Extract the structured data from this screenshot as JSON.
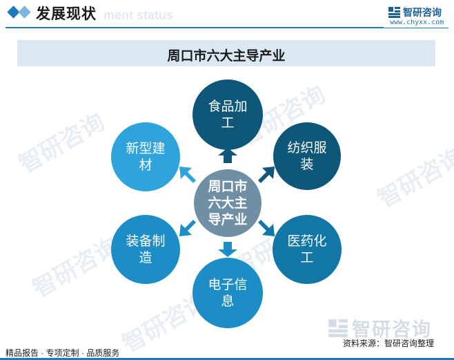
{
  "header": {
    "title": "发展现状",
    "subtitle_watermark": "ment status",
    "logo_text": "智研咨询",
    "logo_url": "www.chyxx.com"
  },
  "banner": {
    "title": "周口市六大主导产业"
  },
  "diagram": {
    "center": "周口市六大主导产业",
    "nodes": [
      {
        "label": "食品加工",
        "color": "#0f5779"
      },
      {
        "label": "纺织服装",
        "color": "#0f5779"
      },
      {
        "label": "医药化工",
        "color": "#1277a6"
      },
      {
        "label": "电子信息",
        "color": "#1d8dc7"
      },
      {
        "label": "装备制造",
        "color": "#1d8dc7"
      },
      {
        "label": "新型建材",
        "color": "#2ea3dc"
      }
    ],
    "center_color": "#6f8fa5"
  },
  "watermark": {
    "text": "智研咨询"
  },
  "footer": {
    "services": "精品报告 · 专项定制 · 品质服务",
    "source": "资料来源：智研咨询整理",
    "brand": "智研咨询"
  },
  "colors": {
    "accent": "#1f78b8",
    "banner_bg": "#dbe8f4"
  }
}
